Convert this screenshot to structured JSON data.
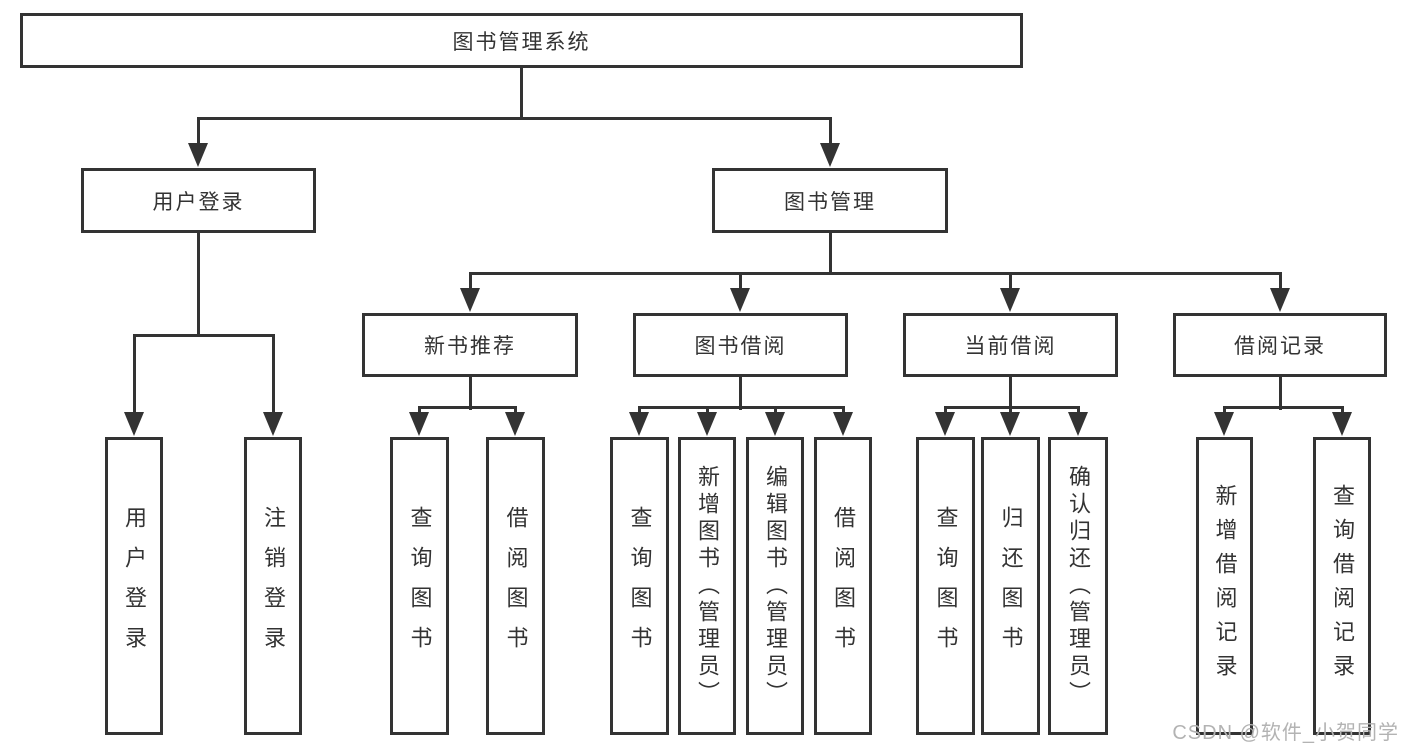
{
  "colors": {
    "line": "#333333",
    "text": "#333333",
    "box_background": "#ffffff",
    "page_background": "#ffffff",
    "watermark": "#b3b3b3"
  },
  "tree": {
    "root": {
      "label": "图书管理系统"
    },
    "branches": [
      {
        "label": "用户登录",
        "children": [
          {
            "label": "用户登录"
          },
          {
            "label": "注销登录"
          }
        ]
      },
      {
        "label": "图书管理",
        "children": [
          {
            "label": "新书推荐",
            "children": [
              {
                "label": "查询图书"
              },
              {
                "label": "借阅图书"
              }
            ]
          },
          {
            "label": "图书借阅",
            "children": [
              {
                "label": "查询图书"
              },
              {
                "label": "新增图书（管理员）"
              },
              {
                "label": "编辑图书（管理员）"
              },
              {
                "label": "借阅图书"
              }
            ]
          },
          {
            "label": "当前借阅",
            "children": [
              {
                "label": "查询图书"
              },
              {
                "label": "归还图书"
              },
              {
                "label": "确认归还（管理员）"
              }
            ]
          },
          {
            "label": "借阅记录",
            "children": [
              {
                "label": "新增借阅记录"
              },
              {
                "label": "查询借阅记录"
              }
            ]
          }
        ]
      }
    ]
  },
  "watermark": {
    "text": "CSDN @软件_小贺同学"
  }
}
